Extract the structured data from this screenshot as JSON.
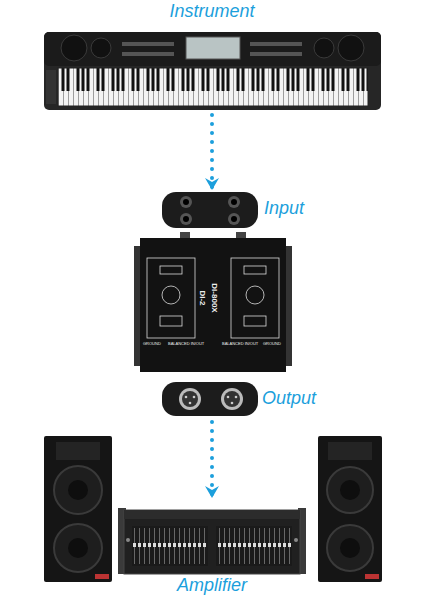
{
  "diagram": {
    "nodes": [
      {
        "text": [
          "Instrument"
        ]
      },
      {
        "text": [
          "Input"
        ]
      },
      {
        "text": [
          "Output"
        ]
      },
      {
        "text": [
          "Amplifier"
        ]
      }
    ],
    "edges": [
      {
        "from": 0,
        "to": 1,
        "arrow": "to"
      },
      {
        "from": 2,
        "to": 3,
        "arrow": "to"
      }
    ],
    "labels": [
      "DI-2",
      "DI-800X",
      "GROUND",
      "BALANCED IN/OUT",
      "BALANCED IN/OUT",
      "GROUND"
    ]
  }
}
